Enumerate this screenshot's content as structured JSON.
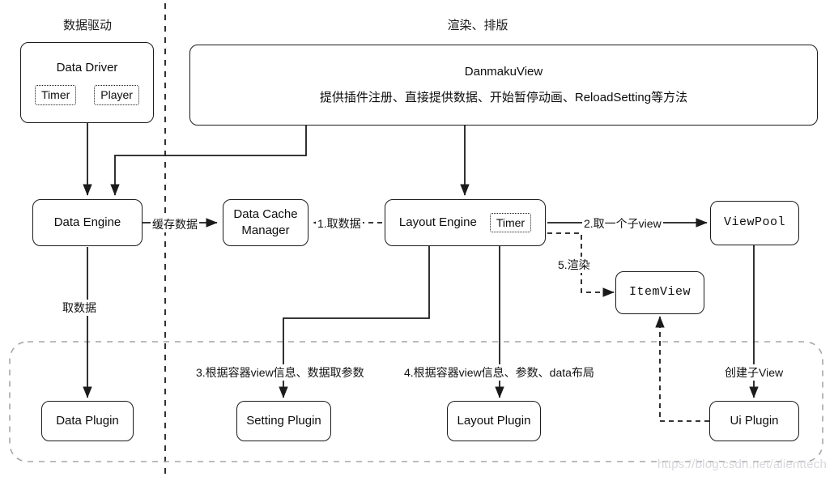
{
  "diagram": {
    "title_left": "数据驱动",
    "title_right": "渲染、排版",
    "watermark": "https://blog.csdn.net/alienttech",
    "colors": {
      "stroke": "#1b1b1b",
      "text": "#0d0d0d",
      "watermark": "#d8d8dd"
    }
  },
  "nodes": {
    "data_driver": {
      "label": "Data Driver",
      "chips": [
        "Timer",
        "Player"
      ]
    },
    "danmaku_view": {
      "title": "DanmakuView",
      "desc": "提供插件注册、直接提供数据、开始暂停动画、ReloadSetting等方法"
    },
    "data_engine": {
      "label": "Data Engine"
    },
    "data_cache_manager": {
      "label": "Data Cache\nManager",
      "line1": "Data Cache",
      "line2": "Manager"
    },
    "layout_engine": {
      "label": "Layout Engine",
      "chip": "Timer"
    },
    "view_pool": {
      "label": "ViewPool"
    },
    "item_view": {
      "label": "ItemView"
    },
    "data_plugin": {
      "label": "Data Plugin"
    },
    "setting_plugin": {
      "label": "Setting Plugin"
    },
    "layout_plugin": {
      "label": "Layout Plugin"
    },
    "ui_plugin": {
      "label": "Ui Plugin"
    }
  },
  "edges": {
    "cache_data": "缓存数据",
    "fetch_data_1": "1.取数据",
    "get_child_view_2": "2.取一个子view",
    "setting_params_3": "3.根据容器view信息、数据取参数",
    "layout_data_4": "4.根据容器view信息、参数、data布局",
    "render_5": "5.渲染",
    "fetch_data": "取数据",
    "create_child_view": "创建子View"
  }
}
